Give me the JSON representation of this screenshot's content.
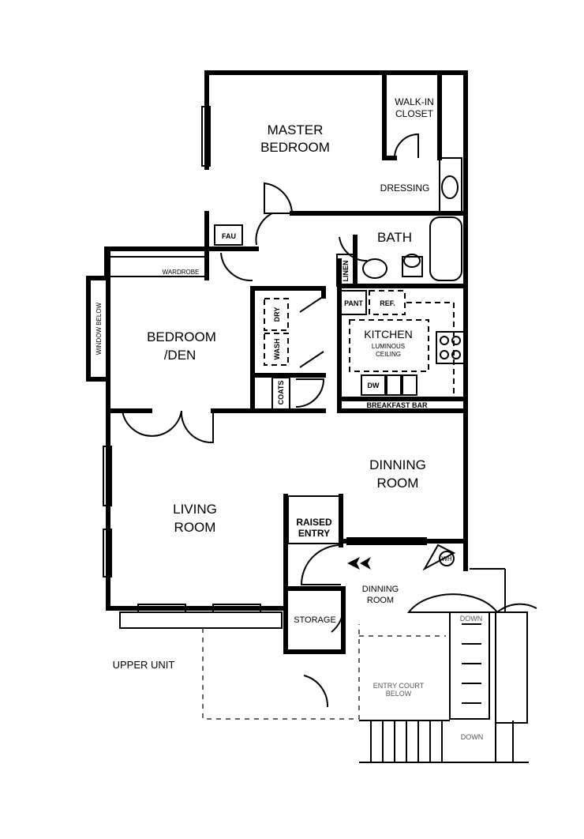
{
  "rooms": {
    "master_bedroom": [
      "MASTER",
      "BEDROOM"
    ],
    "walk_in_closet": [
      "WALK-IN",
      "CLOSET"
    ],
    "dressing": "DRESSING",
    "bath": "BATH",
    "fau": "FAU",
    "linen": "LINEN",
    "wardrobe": "WARDROBE",
    "window_below": "WINDOW BELOW",
    "bedroom_den": [
      "BEDROOM",
      "/DEN"
    ],
    "wash": "WASH",
    "dry": "DRY",
    "coats": "COATS",
    "pantry": "PANT",
    "refrigerator": "REF.",
    "kitchen": "KITCHEN",
    "kitchen_note": [
      "LUMINOUS",
      "CEILING"
    ],
    "dishwasher": "DW",
    "breakfast_bar": "BREAKFAST BAR",
    "dinning_room": [
      "DINNING",
      "ROOM"
    ],
    "living_room": [
      "LIVING",
      "ROOM"
    ],
    "raised_entry": [
      "RAISED",
      "ENTRY"
    ],
    "water_heater": "WH",
    "lower_dinning_room": [
      "DINNING",
      "ROOM"
    ],
    "storage": "STORAGE",
    "upper_unit": "UPPER UNIT",
    "stairs_down_1": "DOWN",
    "stairs_down_2": "DOWN",
    "entry_court": [
      "ENTRY COURT",
      "BELOW"
    ]
  }
}
